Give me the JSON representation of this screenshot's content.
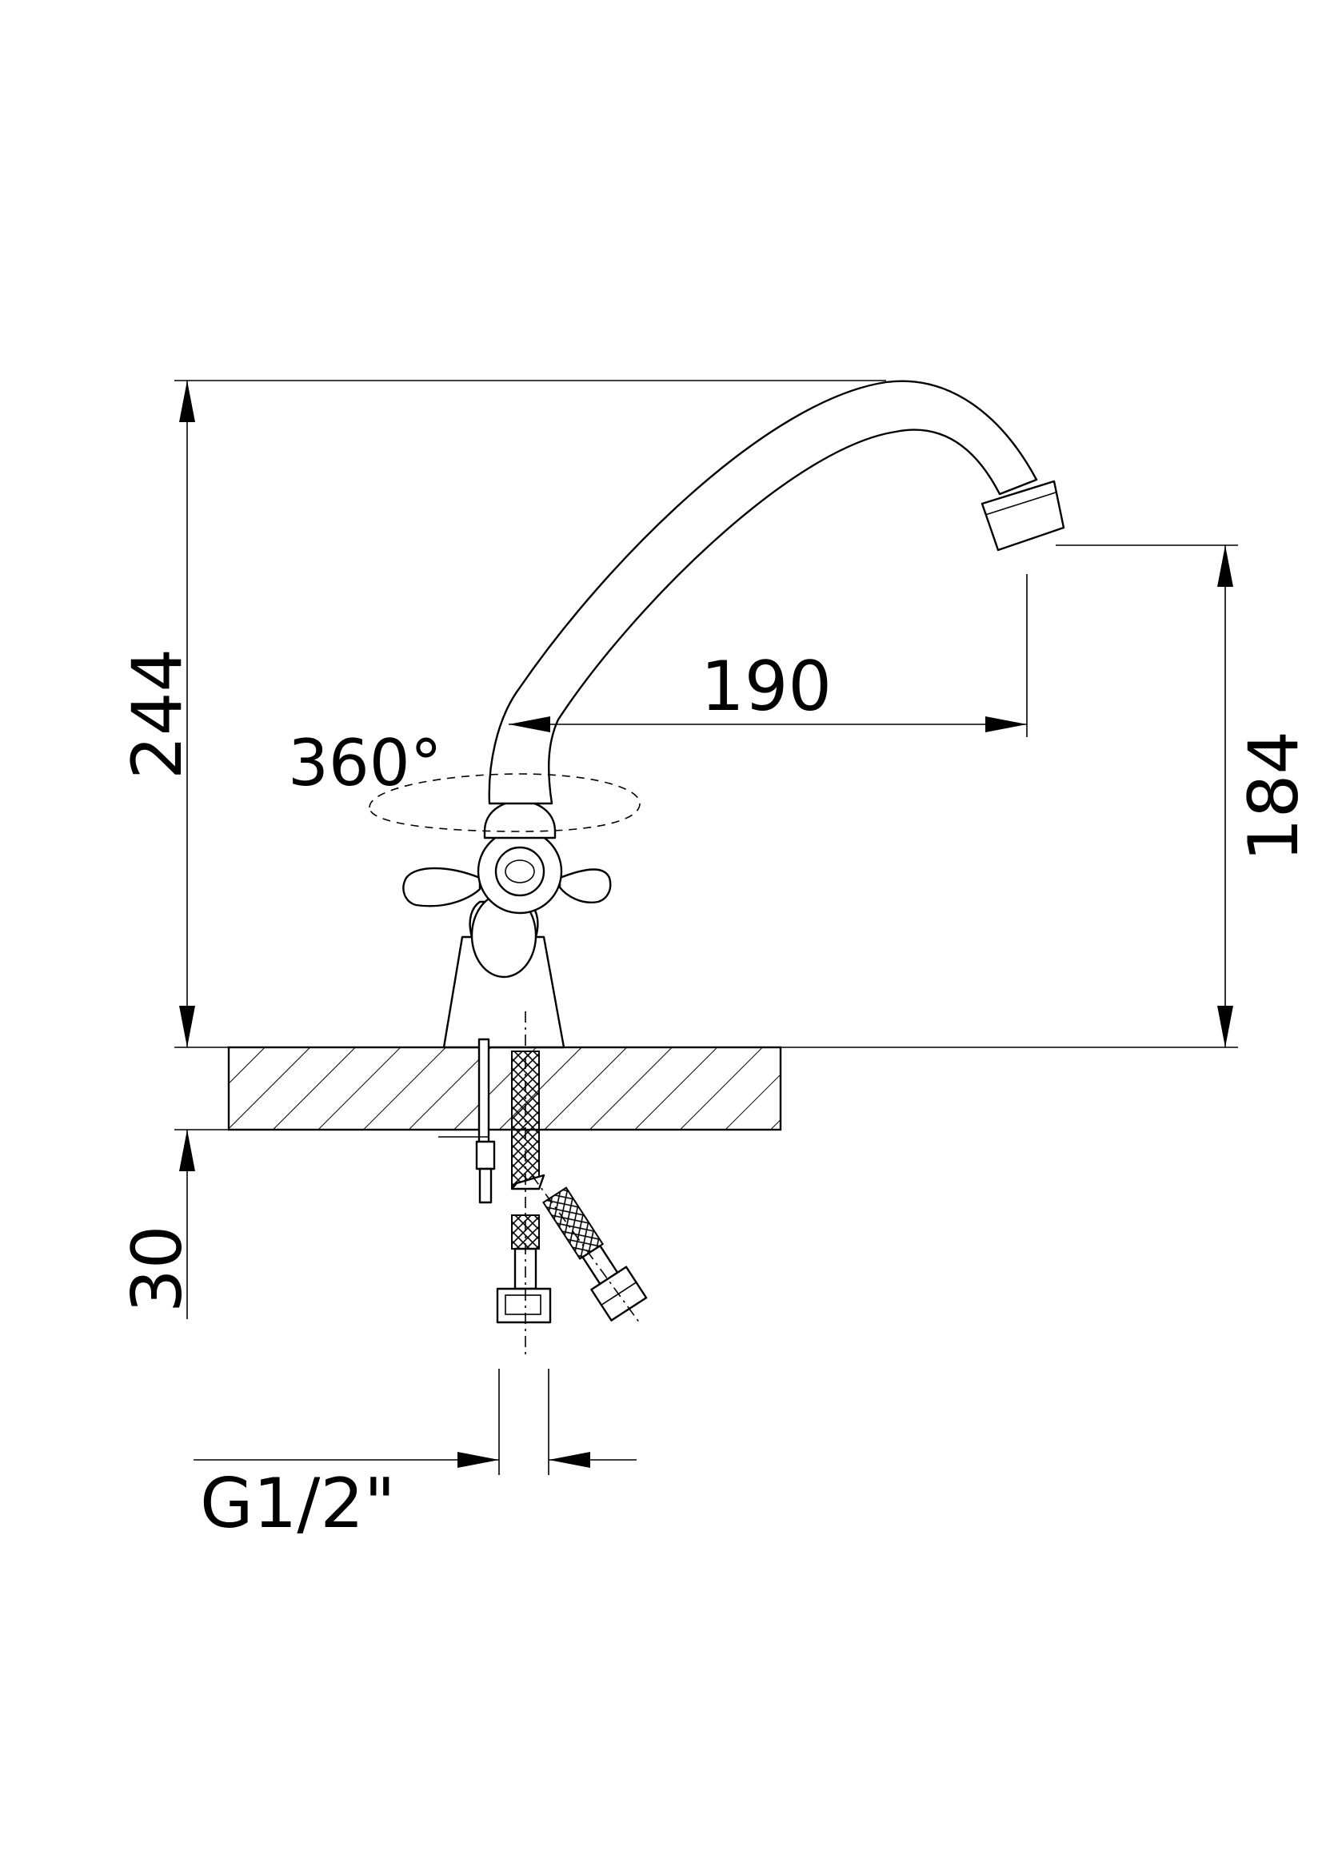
{
  "drawing": {
    "dimensions": {
      "total_height": "244",
      "spout_reach": "190",
      "spout_outlet_height": "184",
      "max_deck_thickness": "30",
      "connection_thread": "G1/2\""
    },
    "rotation_note": "360°",
    "colors": {
      "line": "#000000",
      "background": "#ffffff"
    }
  }
}
